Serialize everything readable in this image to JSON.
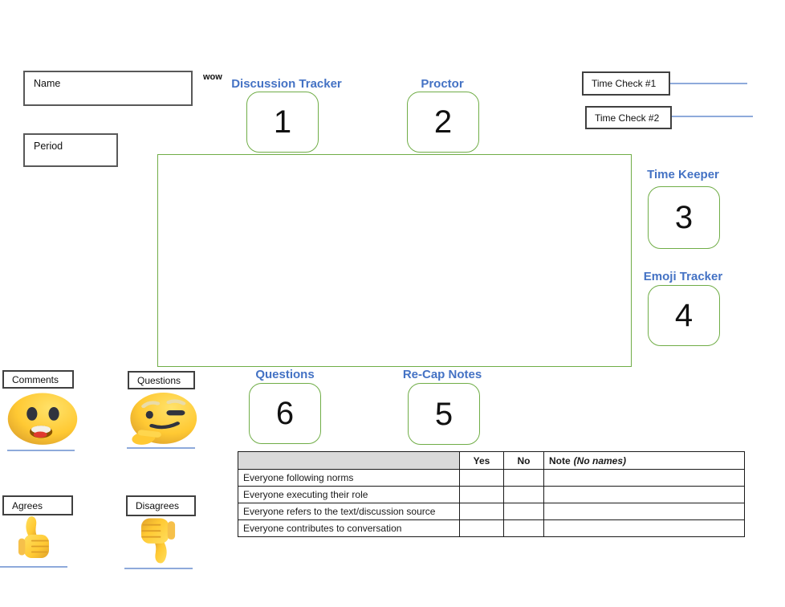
{
  "colors": {
    "accent_blue": "#4472C4",
    "green": "#70AD47",
    "line_blue": "#8EAADB",
    "header_gray": "#D9D9D9",
    "box_border": "#595959"
  },
  "fields": {
    "name_label": "Name",
    "period_label": "Period",
    "wow_note": "wow"
  },
  "time_checks": [
    {
      "label": "Time Check #1"
    },
    {
      "label": "Time Check #2"
    }
  ],
  "roles": [
    {
      "label": "Discussion Tracker",
      "number": "1"
    },
    {
      "label": "Proctor",
      "number": "2"
    },
    {
      "label": "Time Keeper",
      "number": "3"
    },
    {
      "label": "Emoji Tracker",
      "number": "4"
    },
    {
      "label": "Re-Cap Notes",
      "number": "5"
    },
    {
      "label": "Questions",
      "number": "6"
    }
  ],
  "emoji_cards": [
    {
      "label": "Comments",
      "icon": "open-mouth-emoji-icon"
    },
    {
      "label": "Questions",
      "icon": "thinking-emoji-icon"
    },
    {
      "label": "Agrees",
      "icon": "thumbs-up-icon"
    },
    {
      "label": "Disagrees",
      "icon": "thumbs-down-icon"
    }
  ],
  "norms_table": {
    "headers": {
      "yes": "Yes",
      "no": "No",
      "note": "Note",
      "note_suffix": "(No names)"
    },
    "rows": [
      "Everyone following norms",
      "Everyone executing their role",
      "Everyone refers to the text/discussion source",
      "Everyone contributes to conversation"
    ]
  }
}
